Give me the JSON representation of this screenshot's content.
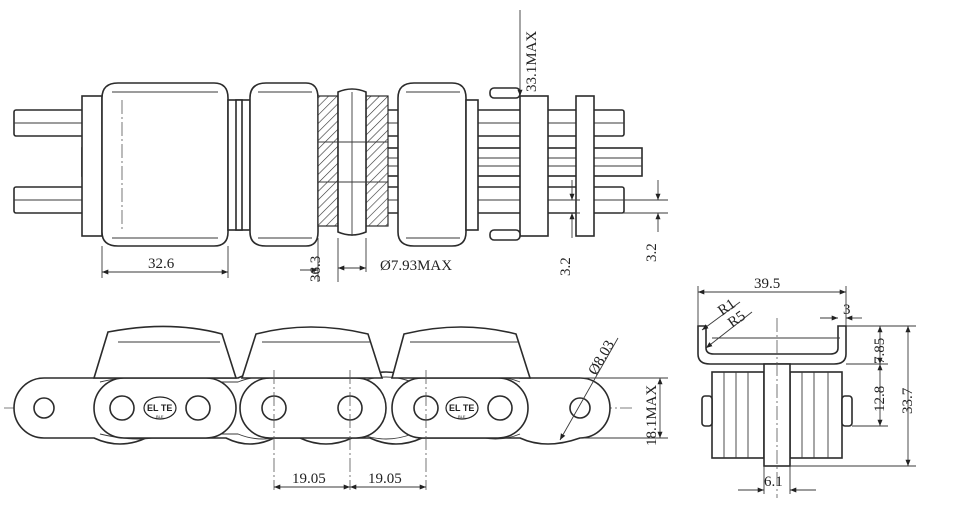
{
  "brand": {
    "logo_text": "EL TE",
    "logo_subtext": "BLE"
  },
  "top_view": {
    "dim_width_32_6": "32.6",
    "dim_33_1_max": "33.1MAX",
    "dim_36_3": "36.3",
    "dim_pin_diameter": "Ø7.93MAX",
    "dim_3_2_left": "3.2",
    "dim_3_2_right": "3.2"
  },
  "side_view": {
    "dim_pitch_1": "19.05",
    "dim_pitch_2": "19.05",
    "dim_hole_diameter": "Ø8.03",
    "dim_height_18_1": "18.1MAX"
  },
  "end_view": {
    "dim_width_39_5": "39.5",
    "dim_r1": "R1",
    "dim_r5": "R5",
    "dim_3": "3",
    "dim_7_85": "7.85",
    "dim_12_8": "12.8",
    "dim_33_7": "33.7",
    "dim_6_1": "6.1"
  }
}
